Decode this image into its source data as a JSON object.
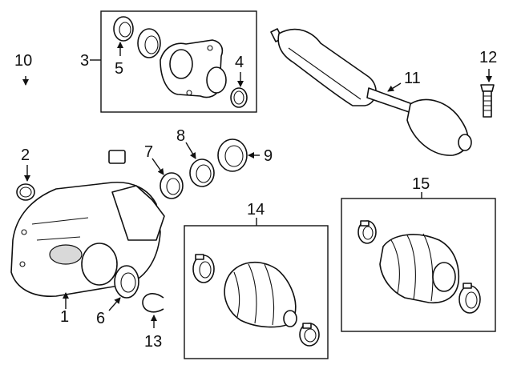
{
  "callouts": {
    "c1": "1",
    "c2": "2",
    "c3": "3",
    "c4": "4",
    "c5": "5",
    "c6": "6",
    "c7": "7",
    "c8": "8",
    "c9": "9",
    "c10": "10",
    "c11": "11",
    "c12": "12",
    "c13": "13",
    "c14": "14",
    "c15": "15"
  },
  "icons": {
    "arrow": "arrow-head"
  }
}
